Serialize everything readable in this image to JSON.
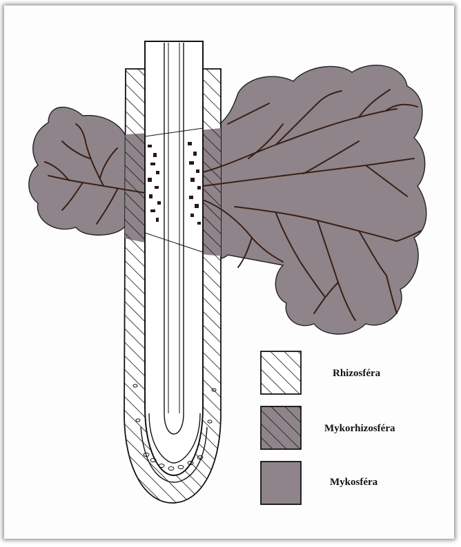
{
  "legend": {
    "items": [
      {
        "label": "Rhizosféra",
        "pattern": "light-hatch"
      },
      {
        "label": "Mykorhizosféra",
        "pattern": "dark-hatch"
      },
      {
        "label": "Mykosféra",
        "pattern": "solid-grey"
      }
    ]
  },
  "colors": {
    "mycosphere_fill": "#8e8489",
    "hyphae": "#3a1e14",
    "outline": "#111111",
    "background": "#fdfdfd"
  }
}
